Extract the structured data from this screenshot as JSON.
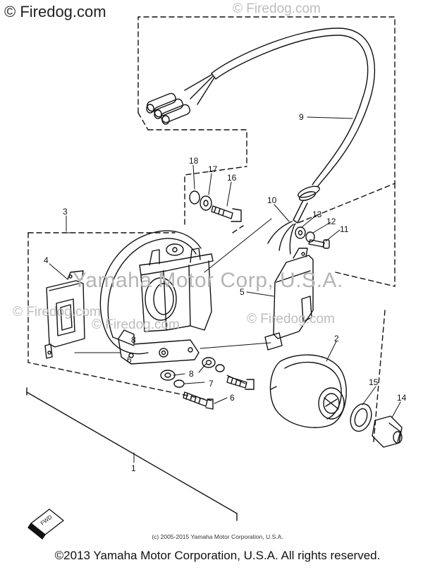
{
  "watermark_top": "© Firedog.com",
  "watermark_faint_1": "© Firedog.com",
  "watermark_faint_2": "© Firedog.com",
  "watermark_faint_3": "© Firedog.com",
  "watermark_faint_4": "© Firedog.com",
  "watermark_big": "Yamaha Motor Corp, U.S.A.",
  "copyright_small": "(c) 2005-2015 Yamaha Motor Corporation, U.S.A.",
  "copyright_bottom": "©2013 Yamaha Motor Corporation, U.S.A. All rights reserved.",
  "fwd_badge": "FWD",
  "callouts": {
    "c1": "1",
    "c2": "2",
    "c3": "3",
    "c4": "4",
    "c5": "5",
    "c6a": "6",
    "c6b": "6",
    "c7": "7",
    "c8a": "8",
    "c8b": "8",
    "c9": "9",
    "c10": "10",
    "c11": "11",
    "c12": "12",
    "c13": "13",
    "c14": "14",
    "c15": "15",
    "c16": "16",
    "c17": "17",
    "c18": "18"
  }
}
